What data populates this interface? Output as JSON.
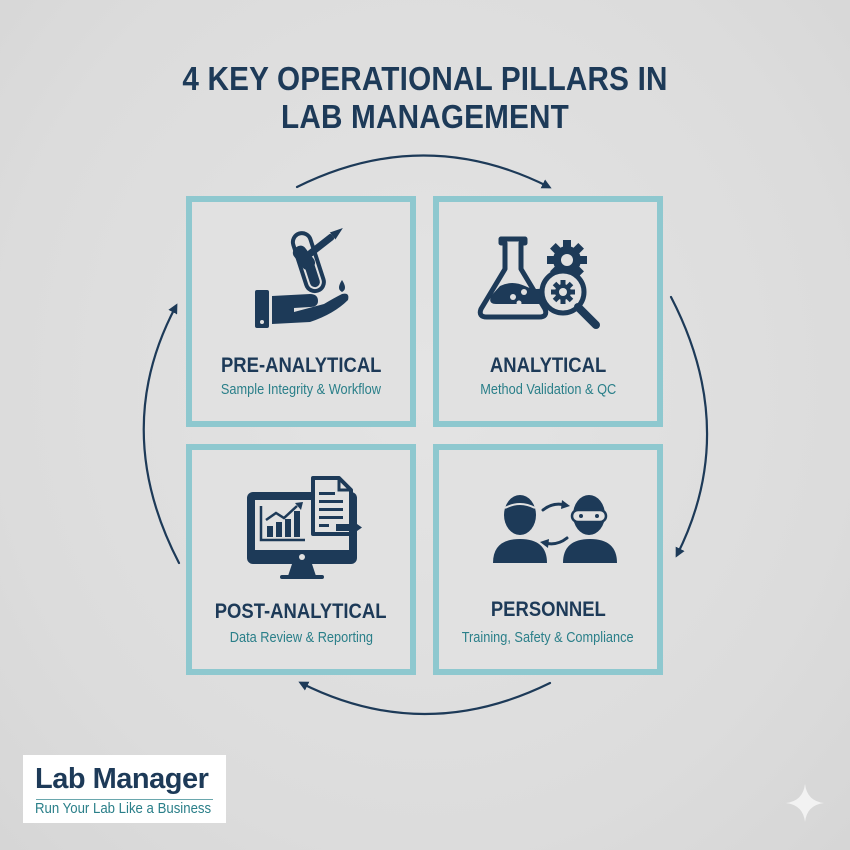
{
  "title": {
    "line1": "4 KEY OPERATIONAL PILLARS IN",
    "line2": "LAB MANAGEMENT"
  },
  "colors": {
    "navy": "#1d3a58",
    "teal_text": "#2a7f89",
    "box_border": "#8ec8cf",
    "background": "#dcdcdc"
  },
  "cycle": {
    "direction": "clockwise",
    "arrows": [
      "top: pre-analytical to analytical",
      "right: analytical to personnel",
      "bottom: personnel to post-analytical",
      "left: post-analytical to pre-analytical"
    ]
  },
  "pillars": [
    {
      "name": "PRE-ANALYTICAL",
      "subtitle": "Sample Integrity & Workflow",
      "icon": "hand-test-tube-dropper-icon"
    },
    {
      "name": "ANALYTICAL",
      "subtitle": "Method Validation & QC",
      "icon": "flask-gear-magnifier-icon"
    },
    {
      "name": "POST-ANALYTICAL",
      "subtitle": "Data Review & Reporting",
      "icon": "monitor-chart-document-icon"
    },
    {
      "name": "PERSONNEL",
      "subtitle": "Training, Safety & Compliance",
      "icon": "people-exchange-goggles-icon"
    }
  ],
  "logo": {
    "brand": "Lab Manager",
    "tagline": "Run Your Lab Like a Business"
  }
}
